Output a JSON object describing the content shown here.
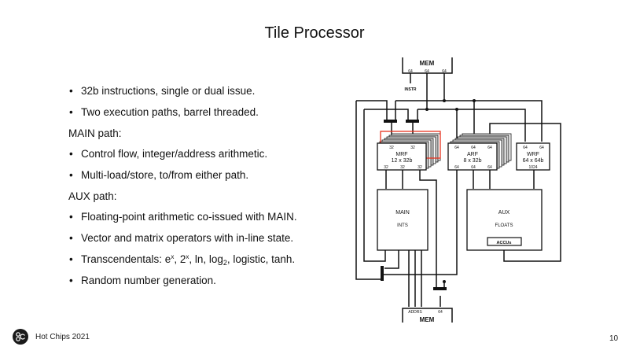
{
  "slide": {
    "title": "Tile Processor",
    "bullets": [
      {
        "type": "bullet",
        "text": "32b instructions, single or dual issue."
      },
      {
        "type": "bullet",
        "text": "Two execution paths, barrel threaded."
      },
      {
        "type": "heading",
        "text": "MAIN path:"
      },
      {
        "type": "bullet",
        "text": "Control flow, integer/address arithmetic."
      },
      {
        "type": "bullet",
        "text": "Multi-load/store, to/from either path."
      },
      {
        "type": "heading",
        "text": "AUX path:"
      },
      {
        "type": "bullet",
        "text": "Floating-point arithmetic co-issued with MAIN."
      },
      {
        "type": "bullet",
        "text": "Vector and matrix operators with in-line state."
      },
      {
        "type": "bullet",
        "rich": true,
        "parts": [
          "Transcendentals: e",
          "x",
          ", 2",
          "x",
          ", ln, log",
          "2",
          ", logistic, tanh."
        ]
      },
      {
        "type": "bullet",
        "text": "Random number generation."
      }
    ],
    "bullet_glyph": "•",
    "footer": {
      "logo": "hot-chips-logo",
      "text": "Hot Chips 2021",
      "page": "10"
    }
  },
  "diagram": {
    "mem_top": {
      "label": "MEM",
      "ports": [
        "64",
        "64",
        "64"
      ]
    },
    "instr_label": "INSTR",
    "mrf": {
      "name": "MRF",
      "size": "12 x 32b",
      "in_ports": [
        "32",
        "32"
      ],
      "out_ports": [
        "32",
        "32",
        "32"
      ]
    },
    "arf": {
      "name": "ARF",
      "size": "8 x 32b",
      "in_ports": [
        "64",
        "64",
        "64"
      ],
      "out_ports": [
        "64",
        "64",
        "64"
      ]
    },
    "wrf": {
      "name": "WRF",
      "size": "64 x 64b",
      "in_ports": [
        "64",
        "64"
      ],
      "out_ports": [
        "1024"
      ]
    },
    "main": {
      "name": "MAIN",
      "sub": "INTS"
    },
    "aux": {
      "name": "AUX",
      "sub": "FLOATS",
      "inner": "ACCUs"
    },
    "mem_bottom": {
      "label": "MEM",
      "ports": [
        "ADDRS",
        "64"
      ]
    },
    "colors": {
      "line": "#111111",
      "highlight": "#e8321e",
      "stack_fill": "#cccccc"
    }
  }
}
